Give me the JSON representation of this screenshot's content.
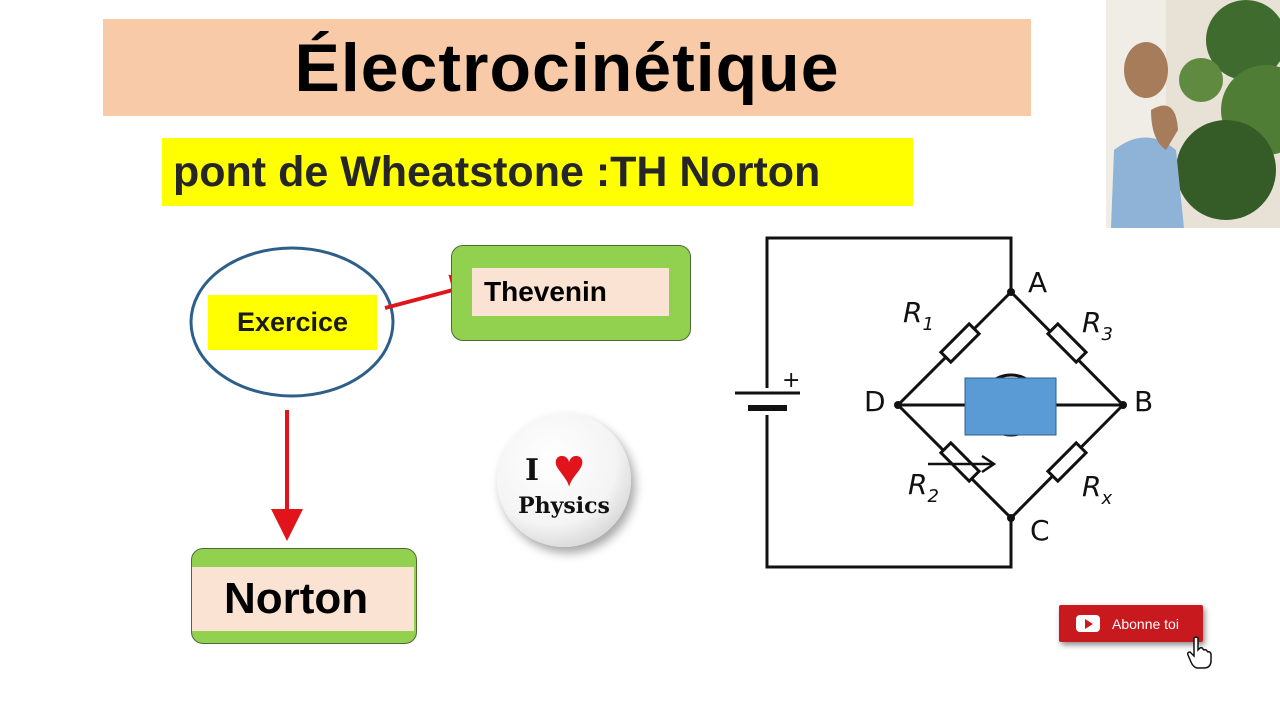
{
  "title": "Électrocinétique",
  "subtitle": "pont de Wheatstone :TH Norton",
  "mindmap": {
    "center": "Exercice",
    "thevenin": "Thevenin",
    "norton": "Norton"
  },
  "badge": {
    "letter": "I",
    "word": "Physics",
    "heart_icon": "heart-icon"
  },
  "circuit": {
    "nodes": {
      "a": "A",
      "b": "B",
      "c": "C",
      "d": "D"
    },
    "resistors": {
      "r1": {
        "base": "R",
        "sub": "1"
      },
      "r2": {
        "base": "R",
        "sub": "2"
      },
      "r3": {
        "base": "R",
        "sub": "3"
      },
      "rx": {
        "base": "R",
        "sub": "x"
      }
    },
    "battery_sign": "+"
  },
  "subscribe": {
    "label": "Abonne toi",
    "icon": "youtube-play-icon"
  },
  "colors": {
    "title_banner": "#f8caa8",
    "subtitle_banner": "#ffff00",
    "card_green": "#92d050",
    "card_inner": "#fbe3d4",
    "arrow": "#e0141a",
    "ellipse": "#2e5f8a",
    "blue_box": "#5b9bd5",
    "subscribe": "#c8191e"
  }
}
